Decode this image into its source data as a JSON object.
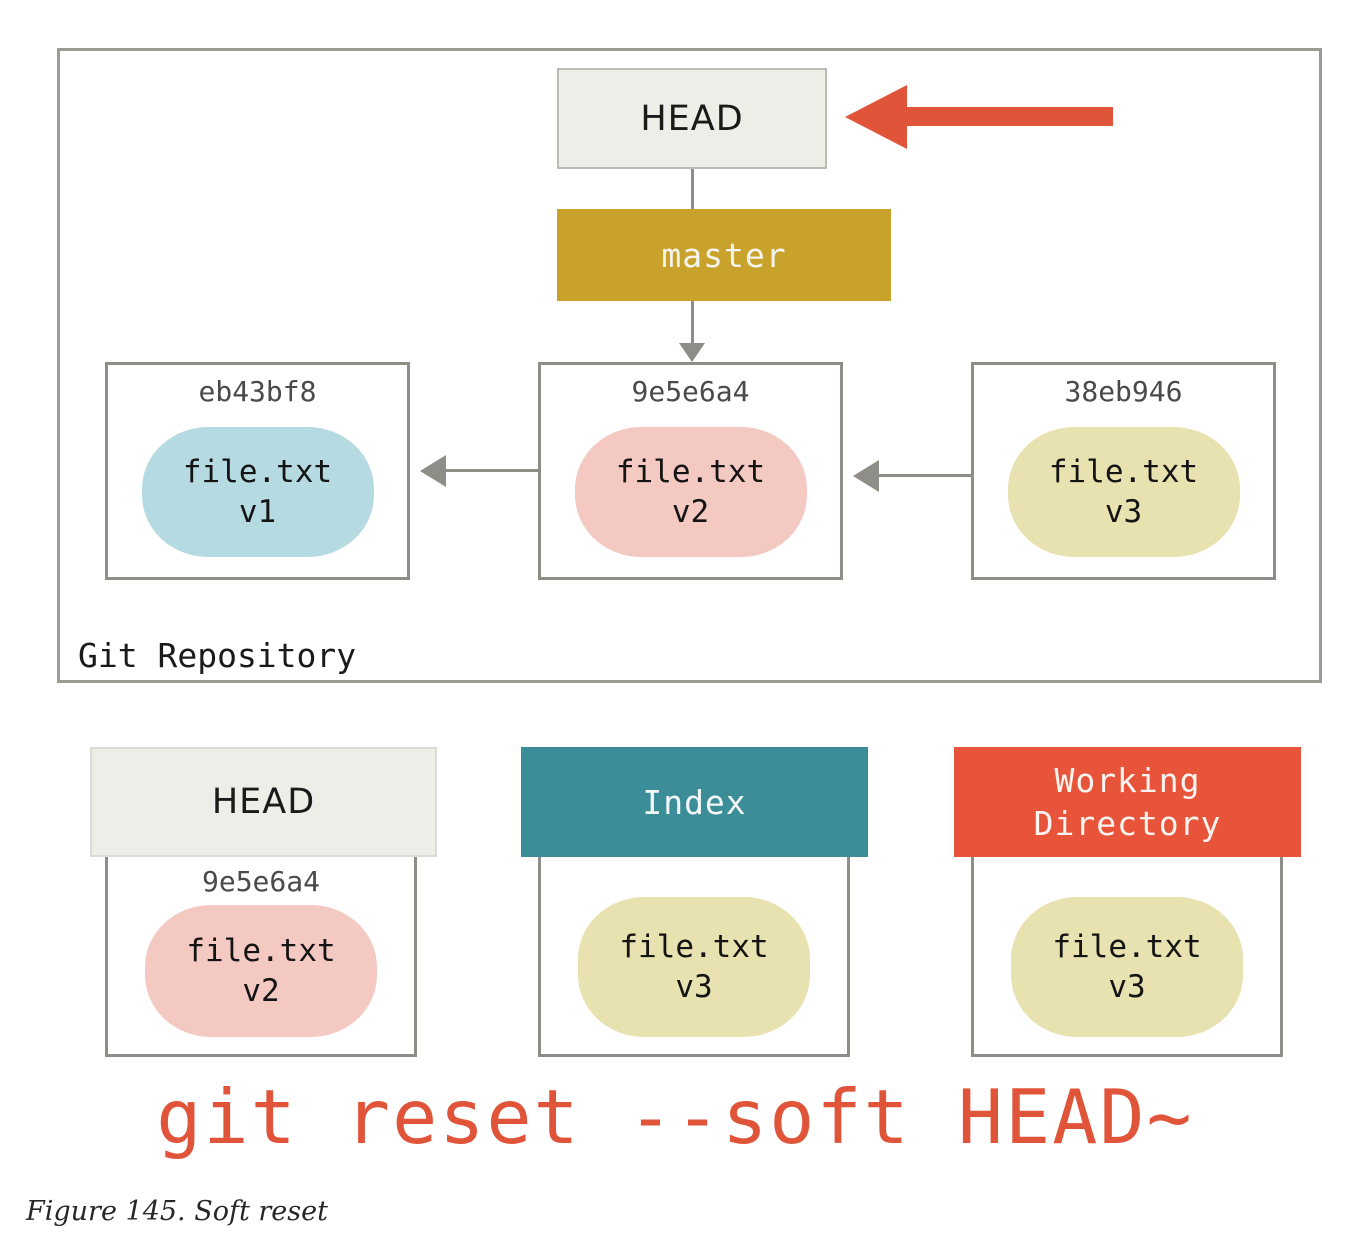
{
  "figure": {
    "caption": "Figure 145. Soft reset",
    "command": "git reset --soft HEAD~"
  },
  "repository": {
    "label": "Git Repository",
    "head_pointer": {
      "label": "HEAD"
    },
    "branch": {
      "label": "master"
    },
    "commits": [
      {
        "hash": "eb43bf8",
        "file": "file.txt",
        "version": "v1",
        "color": "#b6dae1",
        "color_name": "blue"
      },
      {
        "hash": "9e5e6a4",
        "file": "file.txt",
        "version": "v2",
        "color": "#f4c9c2",
        "color_name": "pink"
      },
      {
        "hash": "38eb946",
        "file": "file.txt",
        "version": "v3",
        "color": "#e8e1b0",
        "color_name": "yellow"
      }
    ]
  },
  "areas": [
    {
      "title": "HEAD",
      "title_line2": "",
      "header_color": "#eeeee8",
      "hash": "9e5e6a4",
      "file": "file.txt",
      "version": "v2",
      "blob_color": "#f4c9c2"
    },
    {
      "title": "Index",
      "title_line2": "",
      "header_color": "#3b8e97",
      "hash": "",
      "file": "file.txt",
      "version": "v3",
      "blob_color": "#e8e1b0"
    },
    {
      "title": "Working",
      "title_line2": "Directory",
      "header_color": "#e8543a",
      "hash": "",
      "file": "file.txt",
      "version": "v3",
      "blob_color": "#e8e1b0"
    }
  ],
  "colors": {
    "frame_gray": "#8e8d87",
    "branch_gold": "#c9a22c",
    "accent_red": "#e0543a",
    "teal": "#3b8e97",
    "head_gray": "#eeeee8"
  }
}
